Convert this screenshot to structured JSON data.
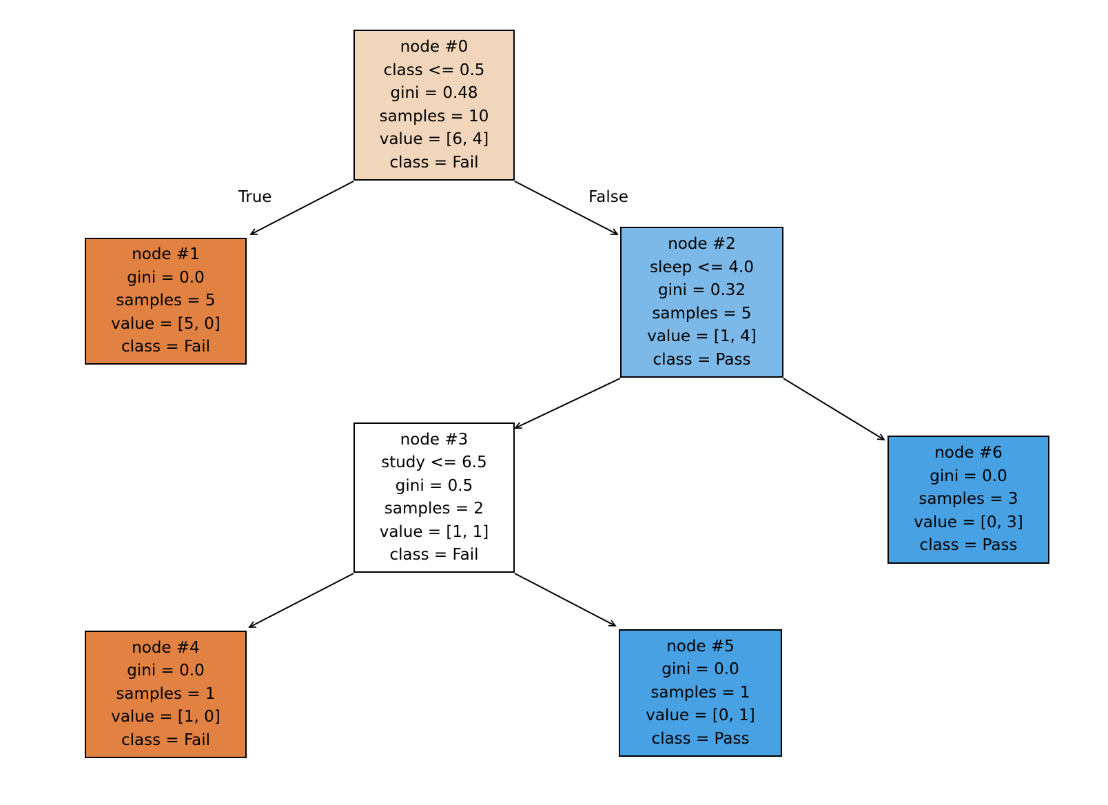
{
  "figure": {
    "background": "#ffffff",
    "line_color": "#000000",
    "text_color": "#000000"
  },
  "edge_labels": {
    "true_branch": "True",
    "false_branch": "False"
  },
  "colors": {
    "fail_pure": "#e18243",
    "fail_leaning": "#f2d6bc",
    "pass_pure": "#47a1e3",
    "pass_leaning": "#7cb8e8",
    "tied": "#ffffff"
  },
  "nodes": [
    {
      "id": "node #0",
      "fill": "#f2d6bc",
      "lines": [
        "node #0",
        "class <= 0.5",
        "gini = 0.48",
        "samples = 10",
        "value = [6, 4]",
        "class = Fail"
      ]
    },
    {
      "id": "node #1",
      "fill": "#e18243",
      "lines": [
        "node #1",
        "gini = 0.0",
        "samples = 5",
        "value = [5, 0]",
        "class = Fail"
      ]
    },
    {
      "id": "node #2",
      "fill": "#7cb8e8",
      "lines": [
        "node #2",
        "sleep <= 4.0",
        "gini = 0.32",
        "samples = 5",
        "value = [1, 4]",
        "class = Pass"
      ]
    },
    {
      "id": "node #3",
      "fill": "#ffffff",
      "lines": [
        "node #3",
        "study <= 6.5",
        "gini = 0.5",
        "samples = 2",
        "value = [1, 1]",
        "class = Fail"
      ]
    },
    {
      "id": "node #4",
      "fill": "#e18243",
      "lines": [
        "node #4",
        "gini = 0.0",
        "samples = 1",
        "value = [1, 0]",
        "class = Fail"
      ]
    },
    {
      "id": "node #5",
      "fill": "#47a1e3",
      "lines": [
        "node #5",
        "gini = 0.0",
        "samples = 1",
        "value = [0, 1]",
        "class = Pass"
      ]
    },
    {
      "id": "node #6",
      "fill": "#47a1e3",
      "lines": [
        "node #6",
        "gini = 0.0",
        "samples = 3",
        "value = [0, 3]",
        "class = Pass"
      ]
    }
  ]
}
